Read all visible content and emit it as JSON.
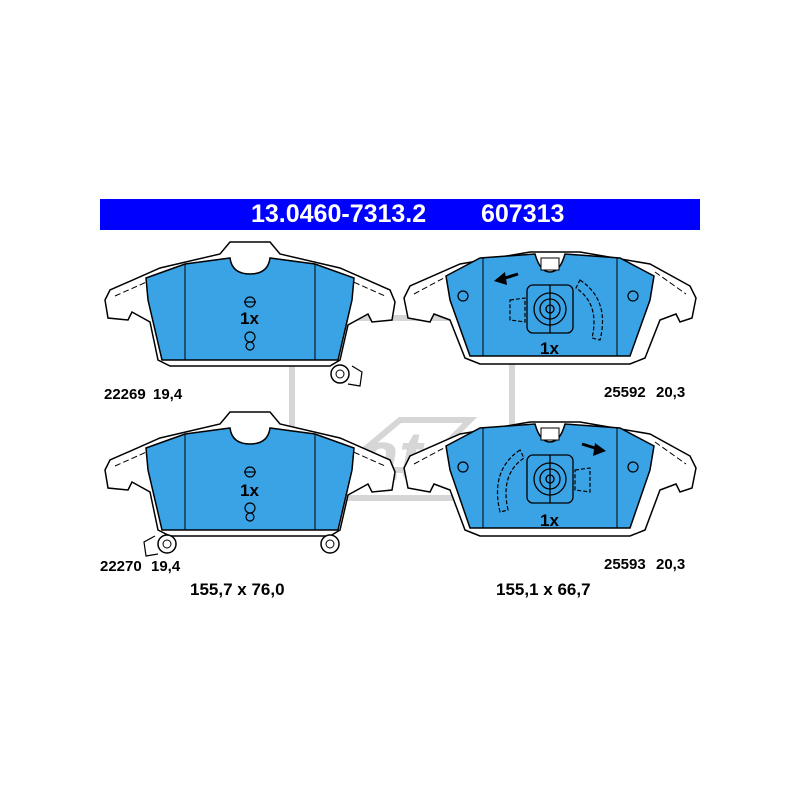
{
  "header": {
    "part_number": "13.0460-7313.2",
    "alt_number": "607313",
    "banner_color": "#0000ff"
  },
  "pads": [
    {
      "id": "top-left",
      "part": "22269",
      "thickness": "19,4",
      "quantity": "1x"
    },
    {
      "id": "top-right",
      "part": "25592",
      "thickness": "20,3",
      "quantity": "1x"
    },
    {
      "id": "bottom-left",
      "part": "22270",
      "thickness": "19,4",
      "quantity": "1x"
    },
    {
      "id": "bottom-right",
      "part": "25593",
      "thickness": "20,3",
      "quantity": "1x"
    }
  ],
  "dimensions": {
    "left": "155,7 x 76,0",
    "right": "155,1 x 66,7"
  },
  "colors": {
    "pad_fill": "#3aa3e6",
    "outline": "#000000",
    "watermark": "#d0d0d0"
  },
  "icons": {
    "wear_indicator": "wear-indicator-icon",
    "direction_arrow": "direction-arrow-icon",
    "watermark": "brand-watermark-icon"
  }
}
